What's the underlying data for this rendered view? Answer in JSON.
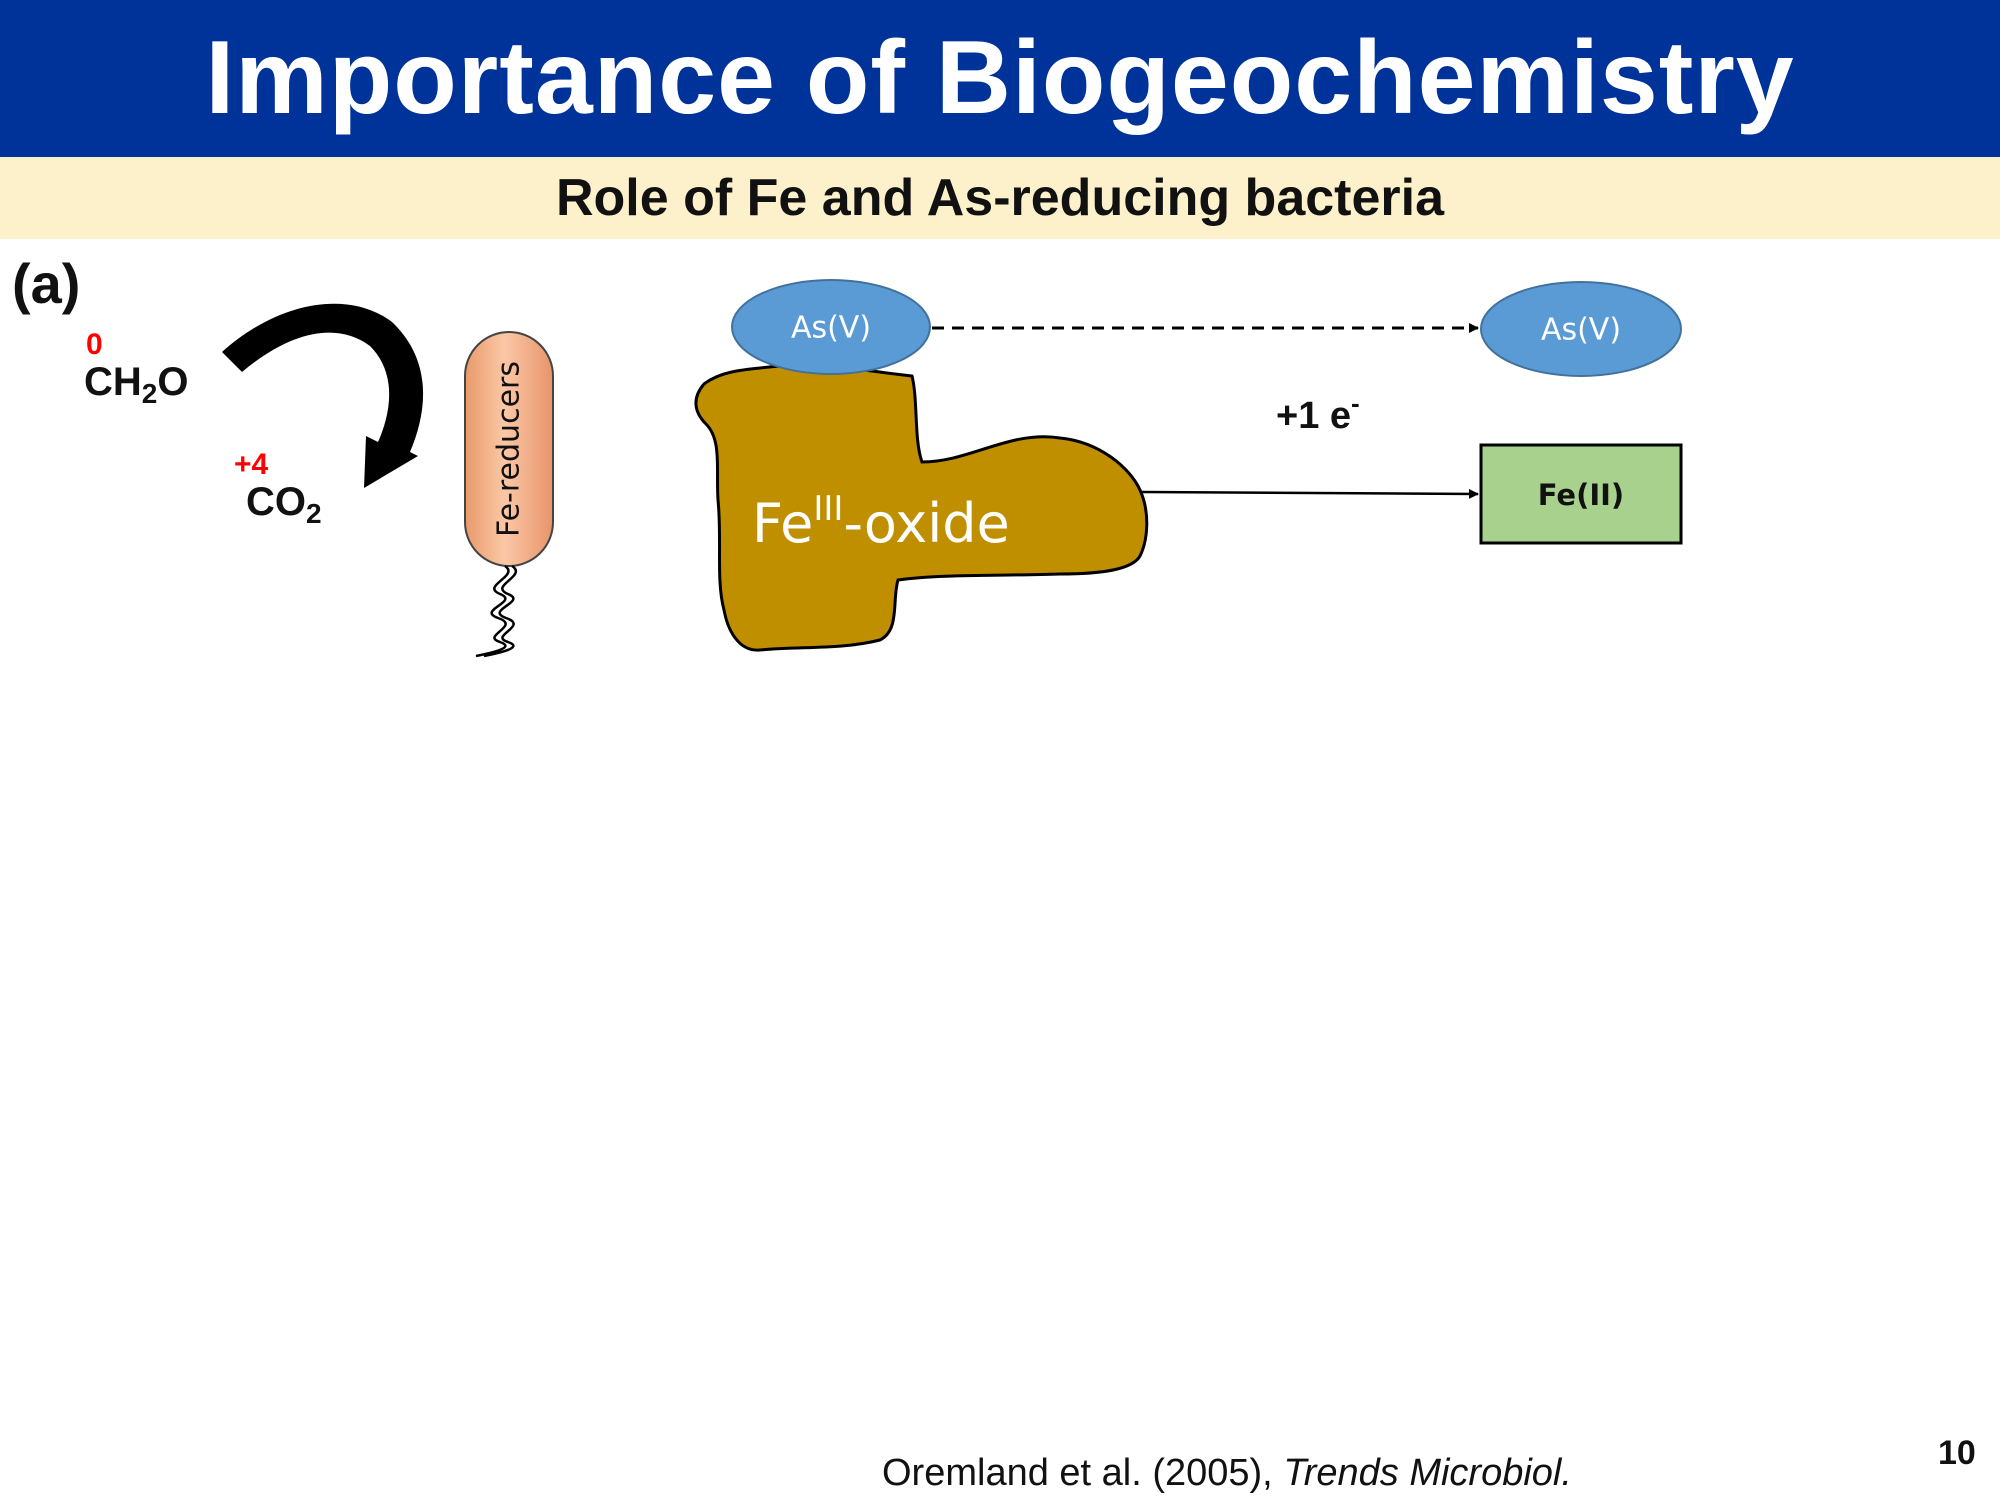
{
  "slide": {
    "title": "Importance of Biogeochemistry",
    "subtitle": "Role of Fe and As-reducing bacteria",
    "page_number": "10",
    "citation": {
      "authors": "Oremland et al. (2005), ",
      "journal": "Trends Microbiol."
    }
  },
  "colors": {
    "title_bar": "#003399",
    "subtitle_bar": "#fdf1cc",
    "oxidation_state": "#ff0000",
    "as_ellipse": "#5b9bd5",
    "fe_oxide": "#bf8f00",
    "fe2_box": "#a9d18e",
    "bacterium": "#f8b68f"
  },
  "diagram": {
    "panel_label": "(a)",
    "reactant": {
      "formula": "CH",
      "subscript": "2",
      "suffix": "O",
      "oxidation_state": "0"
    },
    "product": {
      "formula": "CO",
      "subscript": "2",
      "oxidation_state": "+4"
    },
    "bacterium_label": "Fe-reducers",
    "as_left": "As(V)",
    "as_right": "As(V)",
    "fe_oxide": {
      "base": "Fe",
      "superscript": "III",
      "suffix": "-oxide"
    },
    "electron_label": {
      "text": "+1 e",
      "superscript": "-"
    },
    "fe2_label": "Fe(II)"
  }
}
